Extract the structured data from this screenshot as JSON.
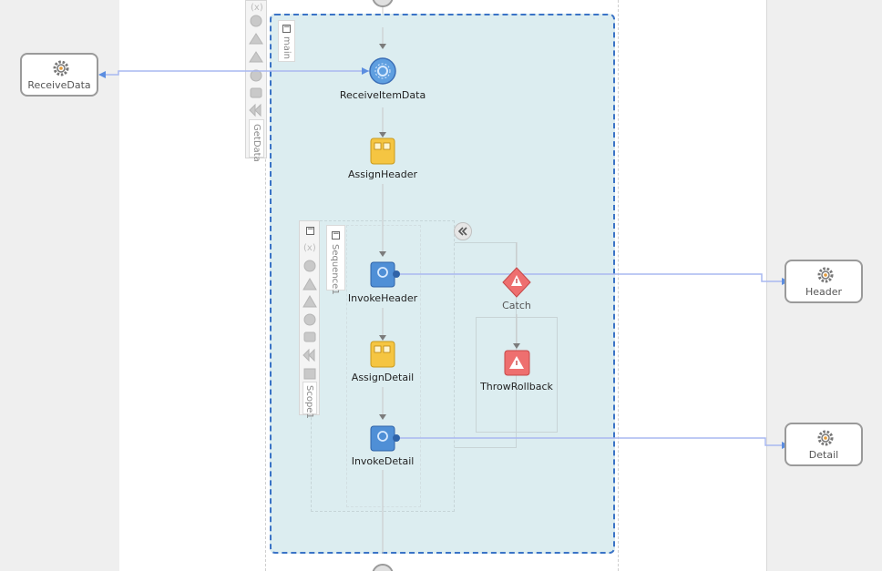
{
  "partners": {
    "receive": {
      "label": "ReceiveData",
      "icon": "gear-icon"
    },
    "header": {
      "label": "Header",
      "icon": "gear-icon"
    },
    "detail": {
      "label": "Detail",
      "icon": "gear-icon"
    }
  },
  "scopes": {
    "getdata_tab": "GetData",
    "main_tab": "main",
    "scope1_tab": "Scope1",
    "sequence1_tab": "Sequence1"
  },
  "activities": {
    "receive_item": {
      "label": "ReceiveItemData",
      "icon": "receive-gear-icon"
    },
    "assign_header": {
      "label": "AssignHeader",
      "icon": "assign-icon"
    },
    "invoke_header": {
      "label": "InvokeHeader",
      "icon": "invoke-gear-icon"
    },
    "assign_detail": {
      "label": "AssignDetail",
      "icon": "assign-icon"
    },
    "invoke_detail": {
      "label": "InvokeDetail",
      "icon": "invoke-gear-icon"
    },
    "catch": {
      "label": "Catch",
      "icon": "catch-warning-icon"
    },
    "throw_rollback": {
      "label": "ThrowRollback",
      "icon": "throw-warning-icon"
    }
  },
  "colors": {
    "scope_fill": "#dcedf0",
    "scope_border": "#3a73c6",
    "link_line": "#a9b8f0",
    "invoke_blue": "#4f8fd6",
    "assign_yellow": "#f5c542",
    "throw_red": "#e05a5a"
  }
}
